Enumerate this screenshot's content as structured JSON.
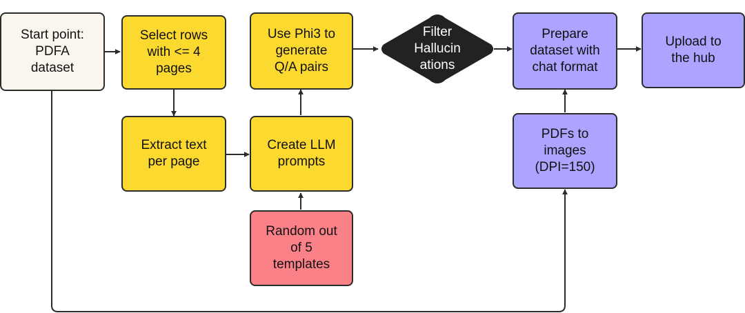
{
  "nodes": {
    "start": {
      "label": "Start point:\nPDFA\ndataset",
      "color": "#faf6ee"
    },
    "select_rows": {
      "label": "Select  rows\nwith <= 4\npages",
      "color": "#fcd92f"
    },
    "extract_text": {
      "label": "Extract text\nper page",
      "color": "#fcd92f"
    },
    "create_prompts": {
      "label": "Create LLM\nprompts",
      "color": "#fcd92f"
    },
    "use_phi3": {
      "label": "Use Phi3 to\ngenerate\nQ/A pairs",
      "color": "#fcd92f"
    },
    "random_templates": {
      "label": "Random out\nof 5\ntemplates",
      "color": "#fb8189"
    },
    "filter": {
      "label": "Filter\nHallucin\nations",
      "color": "#222222"
    },
    "prepare_dataset": {
      "label": "Prepare\ndataset with\nchat format",
      "color": "#aca4fe"
    },
    "pdfs_to_images": {
      "label": "PDFs to\nimages\n(DPI=150)",
      "color": "#aca4fe"
    },
    "upload": {
      "label": "Upload to\nthe hub",
      "color": "#aca4fe"
    }
  },
  "edges": [
    [
      "start",
      "select_rows"
    ],
    [
      "select_rows",
      "extract_text"
    ],
    [
      "extract_text",
      "create_prompts"
    ],
    [
      "random_templates",
      "create_prompts"
    ],
    [
      "create_prompts",
      "use_phi3"
    ],
    [
      "use_phi3",
      "filter"
    ],
    [
      "filter",
      "prepare_dataset"
    ],
    [
      "pdfs_to_images",
      "prepare_dataset"
    ],
    [
      "prepare_dataset",
      "upload"
    ],
    [
      "start",
      "pdfs_to_images"
    ]
  ]
}
